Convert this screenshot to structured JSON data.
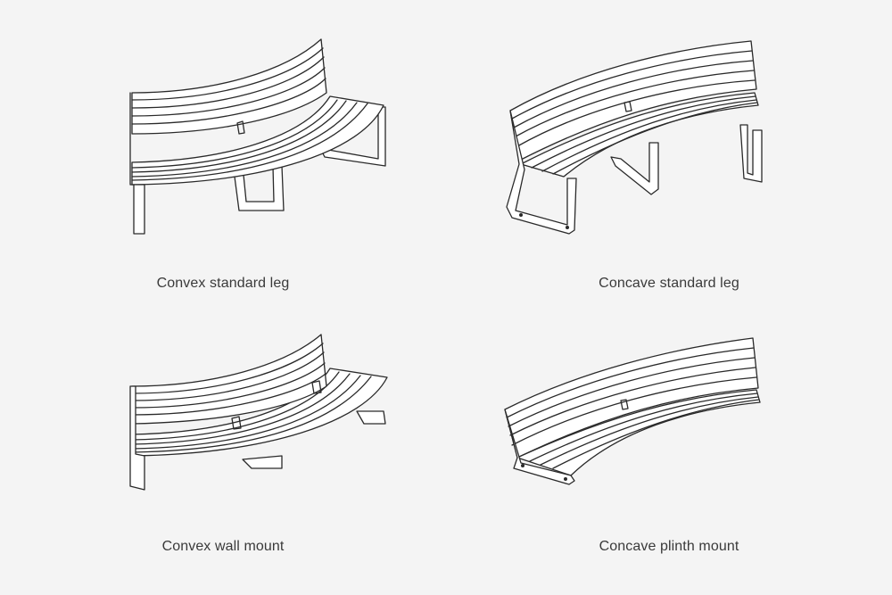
{
  "colors": {
    "background": "#f4f4f4",
    "line": "#2a2a2a",
    "caption": "#3a3a3a"
  },
  "benches": [
    {
      "caption": "Convex standard leg"
    },
    {
      "caption": "Concave standard leg"
    },
    {
      "caption": "Convex wall mount"
    },
    {
      "caption": "Concave plinth mount"
    }
  ]
}
